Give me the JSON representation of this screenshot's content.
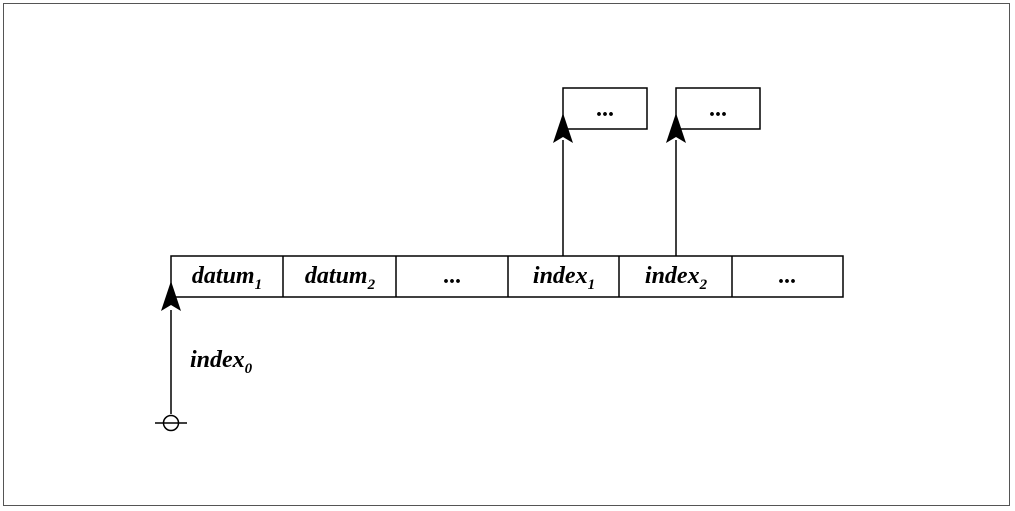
{
  "diagram": {
    "array_cells": [
      {
        "main": "datum",
        "sub": "1"
      },
      {
        "main": "datum",
        "sub": "2"
      },
      {
        "main": "...",
        "sub": ""
      },
      {
        "main": "index",
        "sub": "1"
      },
      {
        "main": "index",
        "sub": "2"
      },
      {
        "main": "...",
        "sub": ""
      }
    ],
    "pointed_boxes": [
      {
        "text": "..."
      },
      {
        "text": "..."
      }
    ],
    "root_label": {
      "main": "index",
      "sub": "0"
    }
  }
}
